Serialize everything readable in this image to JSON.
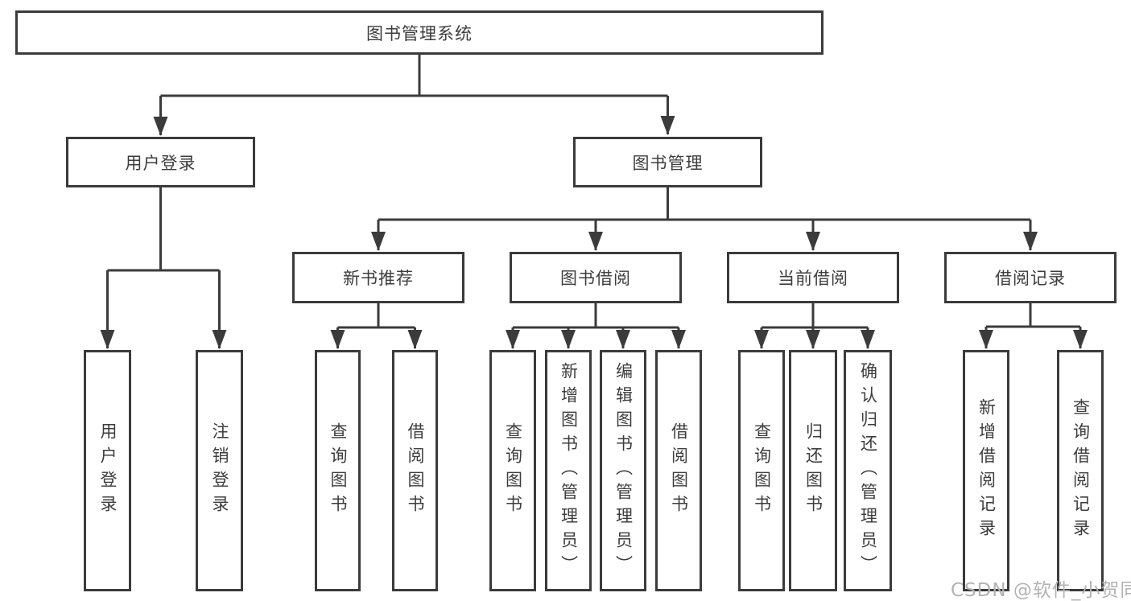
{
  "diagram": {
    "type": "tree",
    "colors": {
      "line": "#3b3b3b",
      "text": "#3d3d3d",
      "node_background": "#ffffff",
      "watermark_text_color": "#b3b3b3"
    },
    "root": {
      "label": "图书管理系统"
    },
    "level2": [
      {
        "label": "用户登录"
      },
      {
        "label": "图书管理"
      }
    ],
    "level3": [
      {
        "label": "新书推荐"
      },
      {
        "label": "图书借阅"
      },
      {
        "label": "当前借阅"
      },
      {
        "label": "借阅记录"
      }
    ],
    "leaves": [
      {
        "label": "用户登录",
        "parent": "用户登录"
      },
      {
        "label": "注销登录",
        "parent": "用户登录"
      },
      {
        "label": "查询图书",
        "parent": "新书推荐"
      },
      {
        "label": "借阅图书",
        "parent": "新书推荐"
      },
      {
        "label": "查询图书",
        "parent": "图书借阅"
      },
      {
        "label": "新增图书（管理员）",
        "parent": "图书借阅"
      },
      {
        "label": "编辑图书（管理员）",
        "parent": "图书借阅"
      },
      {
        "label": "借阅图书",
        "parent": "图书借阅"
      },
      {
        "label": "查询图书",
        "parent": "当前借阅"
      },
      {
        "label": "归还图书",
        "parent": "当前借阅"
      },
      {
        "label": "确认归还（管理员）",
        "parent": "当前借阅"
      },
      {
        "label": "新增借阅记录",
        "parent": "借阅记录"
      },
      {
        "label": "查询借阅记录",
        "parent": "借阅记录"
      }
    ],
    "watermark": "CSDN @软件_小贺同学"
  }
}
